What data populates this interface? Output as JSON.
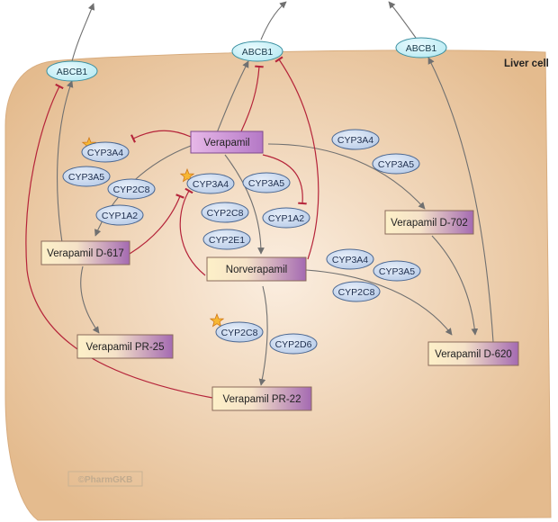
{
  "cell": {
    "label": "Liver cell",
    "colors": {
      "fill_center": "#fbeee0",
      "fill_edge": "#e4bb8e",
      "stroke": "#d8ac7e"
    }
  },
  "credit": "©PharmGKB",
  "colors": {
    "transport_arrow": "#707070",
    "inhibition": "#b5243a",
    "enzyme_fill": "#b9cce8",
    "enzyme_stroke": "#4a6690",
    "transporter_fill": "#b8eaf2",
    "transporter_stroke": "#3a8fa0",
    "metabolite_light": "#fdf0c8",
    "metabolite_dark": "#a46ab2",
    "star": "#f7b733"
  },
  "transporters": [
    {
      "id": "abcb1_left",
      "label": "ABCB1"
    },
    {
      "id": "abcb1_center",
      "label": "ABCB1"
    },
    {
      "id": "abcb1_right",
      "label": "ABCB1"
    }
  ],
  "metabolites": [
    {
      "id": "verapamil",
      "label": "Verapamil",
      "style": "parent"
    },
    {
      "id": "norverapamil",
      "label": "Norverapamil",
      "style": "parent"
    },
    {
      "id": "d617",
      "label": "Verapamil D-617",
      "style": "metabolite"
    },
    {
      "id": "d702",
      "label": "Verapamil D-702",
      "style": "metabolite"
    },
    {
      "id": "d620",
      "label": "Verapamil D-620",
      "style": "metabolite"
    },
    {
      "id": "pr25",
      "label": "Verapamil PR-25",
      "style": "metabolite"
    },
    {
      "id": "pr22",
      "label": "Verapamil PR-22",
      "style": "metabolite"
    }
  ],
  "enzymes": [
    {
      "id": "e1",
      "label": "CYP3A4",
      "star": true
    },
    {
      "id": "e2",
      "label": "CYP3A5",
      "star": false
    },
    {
      "id": "e3",
      "label": "CYP2C8",
      "star": false
    },
    {
      "id": "e4",
      "label": "CYP1A2",
      "star": false
    },
    {
      "id": "e5",
      "label": "CYP3A4",
      "star": true
    },
    {
      "id": "e6",
      "label": "CYP3A5",
      "star": false
    },
    {
      "id": "e7",
      "label": "CYP2C8",
      "star": false
    },
    {
      "id": "e8",
      "label": "CYP1A2",
      "star": false
    },
    {
      "id": "e9",
      "label": "CYP2E1",
      "star": false
    },
    {
      "id": "e10",
      "label": "CYP3A4",
      "star": false
    },
    {
      "id": "e11",
      "label": "CYP3A5",
      "star": false
    },
    {
      "id": "e12",
      "label": "CYP3A4",
      "star": false
    },
    {
      "id": "e13",
      "label": "CYP3A5",
      "star": false
    },
    {
      "id": "e14",
      "label": "CYP2C8",
      "star": false
    },
    {
      "id": "e15",
      "label": "CYP2C8",
      "star": true
    },
    {
      "id": "e16",
      "label": "CYP2D6",
      "star": false
    }
  ]
}
